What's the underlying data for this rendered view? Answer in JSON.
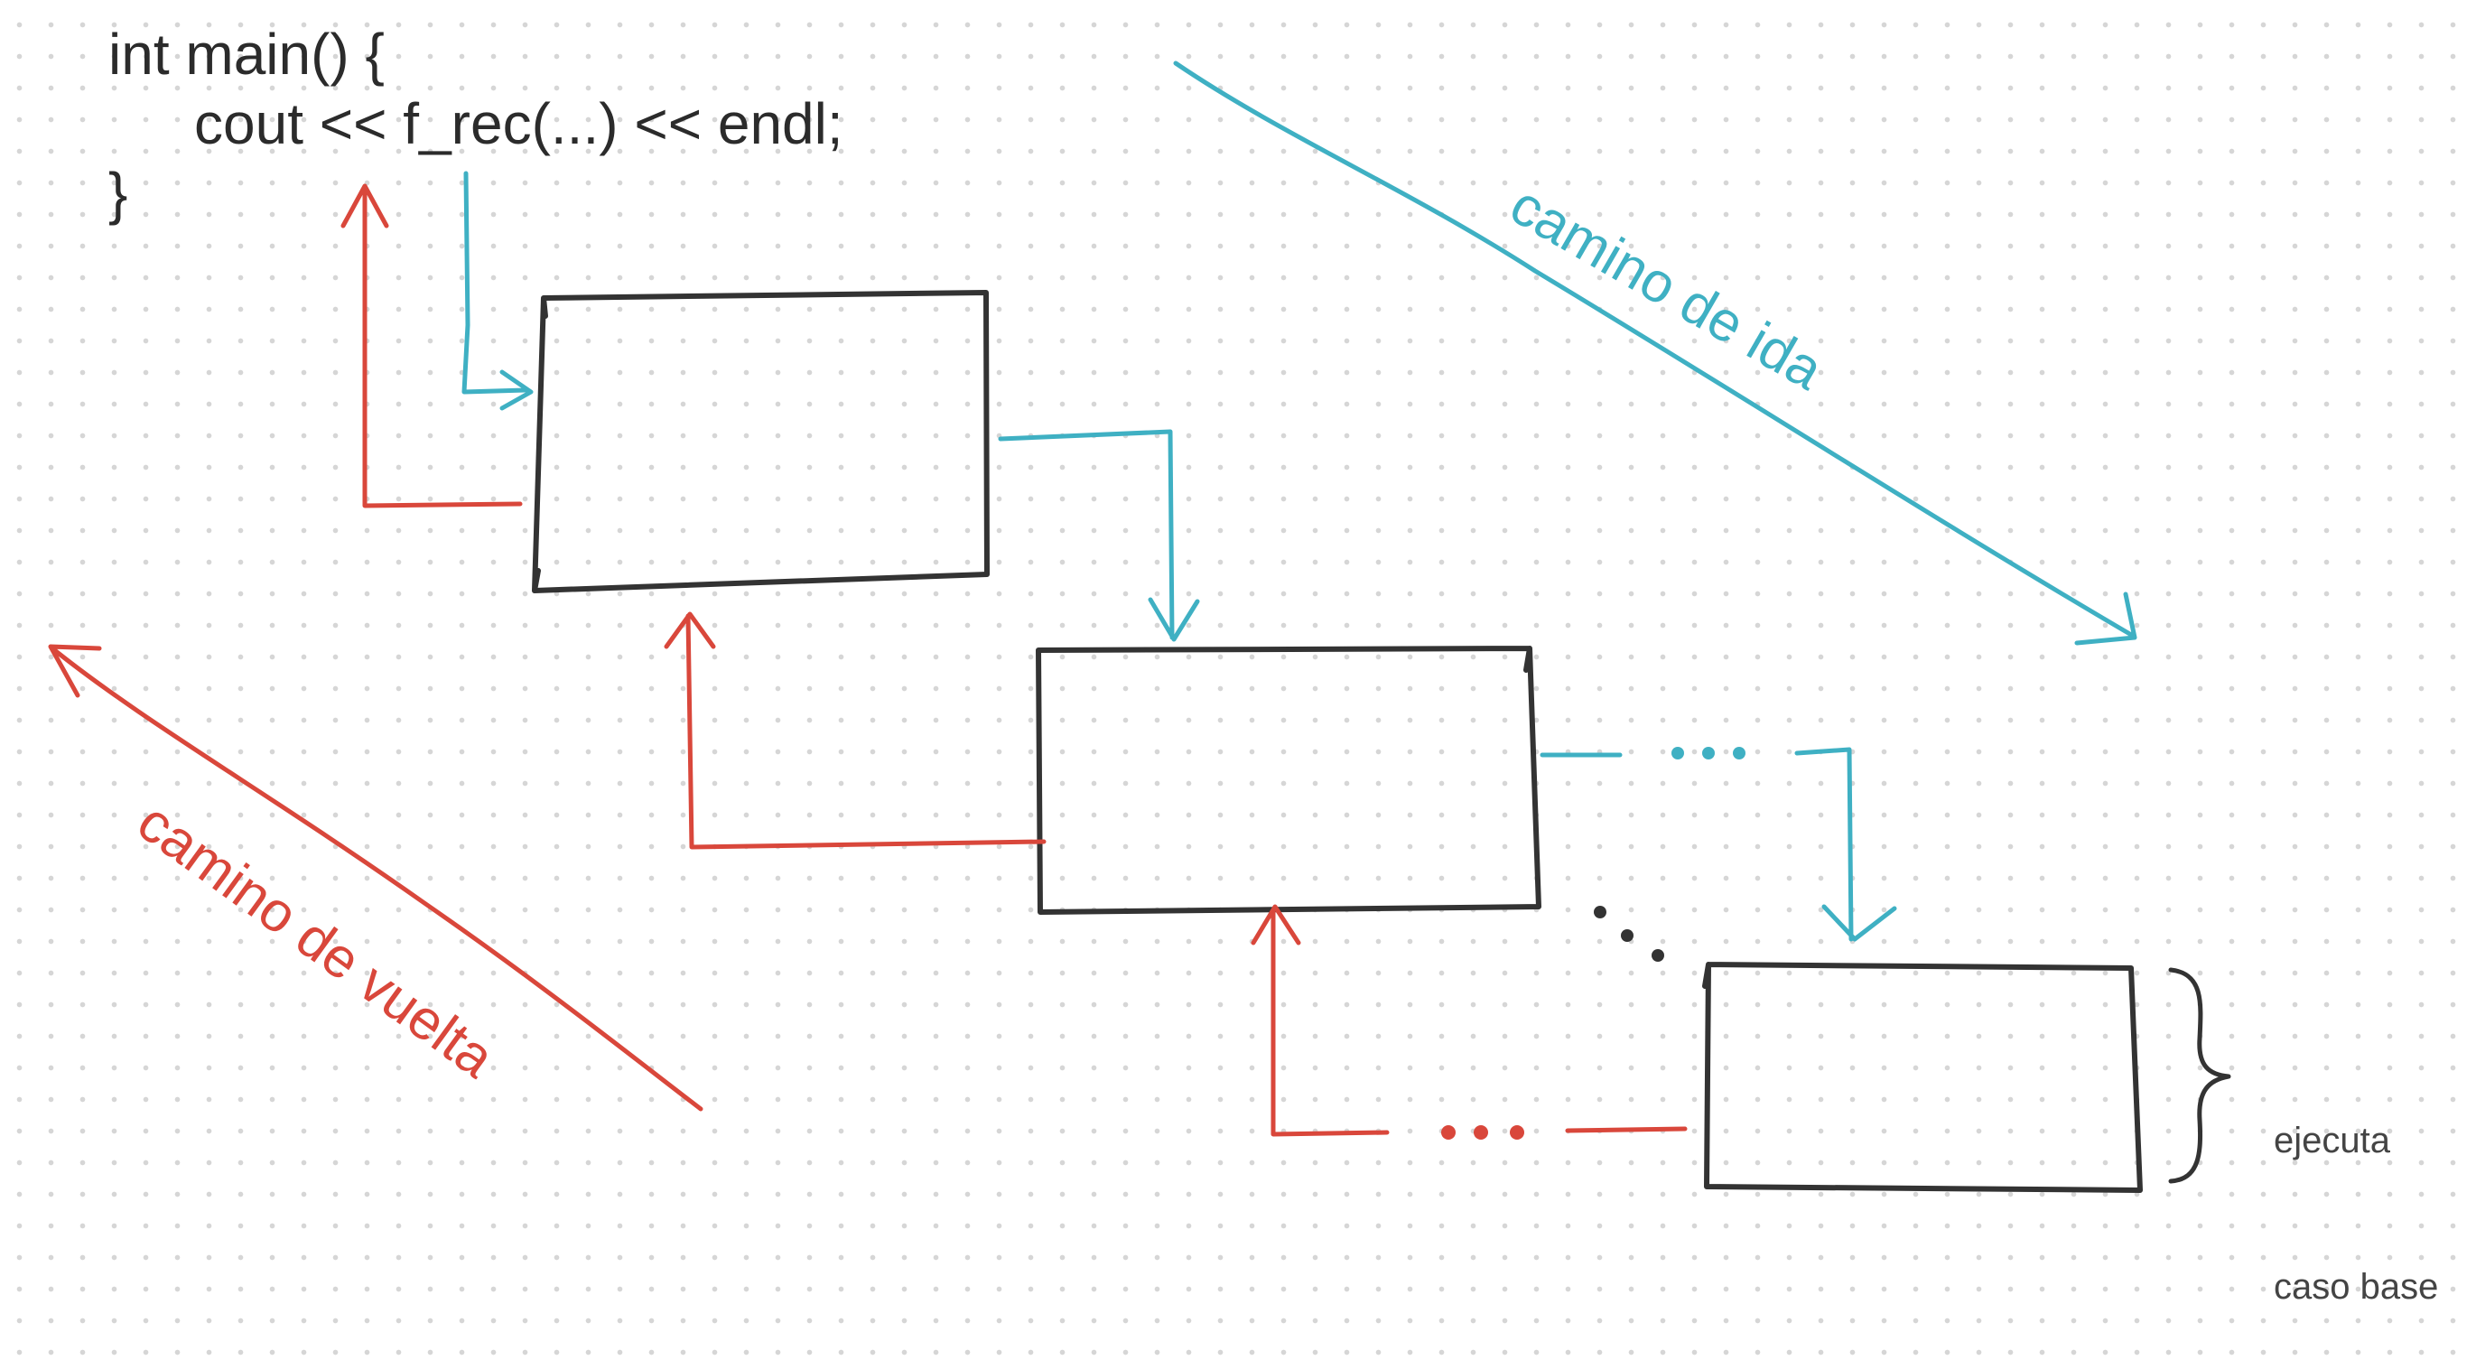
{
  "code": {
    "line1": "int main() {",
    "line2": "cout << f_rec(...) << endl;",
    "line3": "}"
  },
  "labels": {
    "ida": "camino de ida",
    "vuelta": "camino de vuelta",
    "base_line1": "ejecuta",
    "base_line2": "caso base"
  },
  "colors": {
    "ida": "#3fb0c3",
    "vuelta": "#d9473b",
    "box": "#333333",
    "code": "#2b2b2b"
  }
}
